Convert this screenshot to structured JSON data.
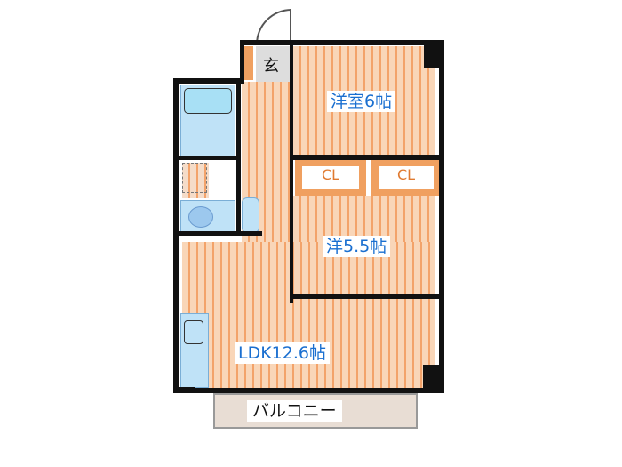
{
  "floorplan": {
    "rooms": [
      {
        "id": "entrance",
        "label": "玄"
      },
      {
        "id": "western-room-1",
        "label": "洋室6帖"
      },
      {
        "id": "western-room-2",
        "label": "洋5.5帖"
      },
      {
        "id": "ldk",
        "label": "LDK12.6帖"
      },
      {
        "id": "balcony",
        "label": "バルコニー"
      }
    ],
    "closets": [
      {
        "label": "CL"
      },
      {
        "label": "CL"
      }
    ],
    "colors": {
      "floor": "#f9d6b8",
      "stripe": "#f3a36a",
      "wall": "#111111",
      "text": "#1a6fd0",
      "closet": "#f0a060",
      "wet": "#bfe2f7",
      "balcony": "#e8ddd4"
    }
  }
}
